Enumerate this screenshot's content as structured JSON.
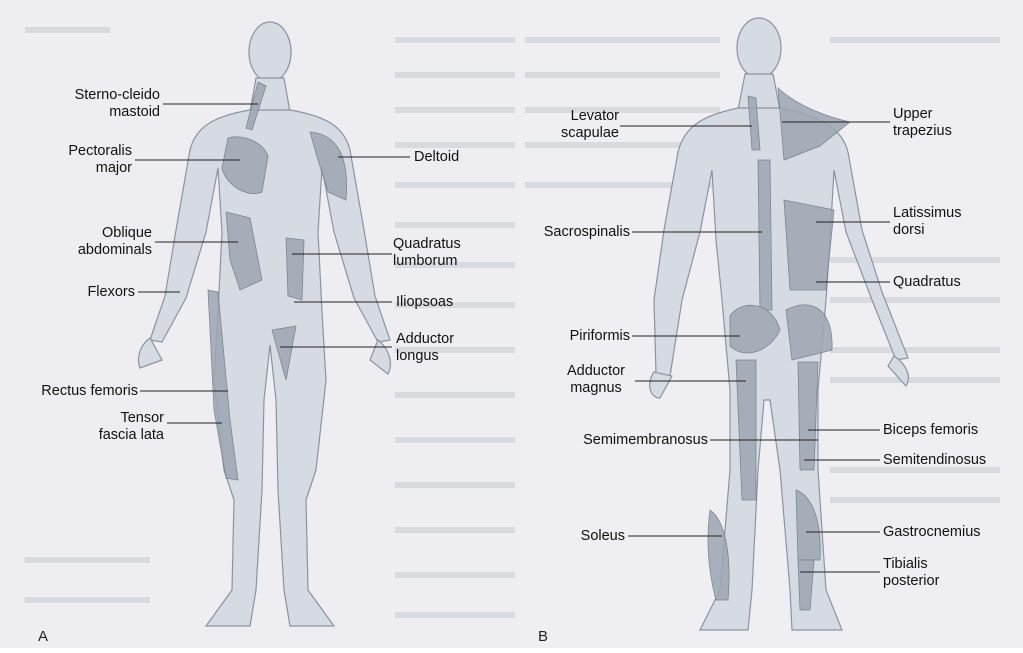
{
  "figure": {
    "panel_a": {
      "letter": "A",
      "labels": {
        "sterno": "Sterno-cleido\nmastoid",
        "pectoralis": "Pectoralis\nmajor",
        "deltoid": "Deltoid",
        "oblique": "Oblique\nabdominals",
        "quadratus_lumborum": "Quadratus\nlumborum",
        "flexors": "Flexors",
        "iliopsoas": "Iliopsoas",
        "adductor_longus": "Adductor\nlongus",
        "rectus_femoris": "Rectus femoris",
        "tensor": "Tensor\nfascia lata"
      }
    },
    "panel_b": {
      "letter": "B",
      "labels": {
        "levator": "Levator\nscapulae",
        "upper_trapezius": "Upper\ntrapezius",
        "latissimus": "Latissimus\ndorsi",
        "sacrospinalis": "Sacrospinalis",
        "quadratus": "Quadratus",
        "piriformis": "Piriformis",
        "adductor_magnus": "Adductor\nmagnus",
        "biceps_femoris": "Biceps femoris",
        "semimembranosus": "Semimembranosus",
        "semitendinosus": "Semitendinosus",
        "gastrocnemius": "Gastrocnemius",
        "soleus": "Soleus",
        "tibialis_posterior": "Tibialis\nposterior"
      }
    }
  },
  "colors": {
    "page_bg": "#ffffff",
    "text_bg": "#eeeef2",
    "body_fill": "#d6dbe3",
    "body_outline": "#8b93a0",
    "muscle": "#9ea6b2",
    "leader": "#222222",
    "label": "#111111"
  }
}
